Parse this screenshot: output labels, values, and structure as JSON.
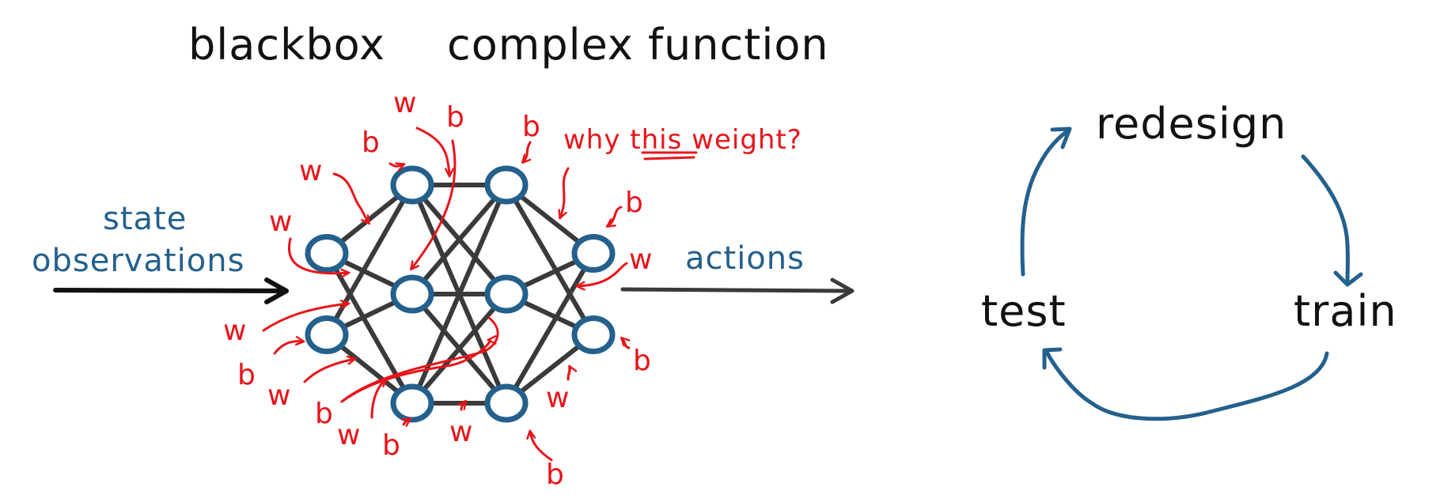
{
  "title": {
    "left": "blackbox",
    "right": "complex function"
  },
  "network": {
    "input_label_line1": "state",
    "input_label_line2": "observations",
    "output_label": "actions",
    "question": {
      "prefix": "why ",
      "emphasis": "this",
      "suffix": " weight?"
    },
    "layers": [
      {
        "name": "input",
        "nodes": 2
      },
      {
        "name": "hidden-1",
        "nodes": 3
      },
      {
        "name": "hidden-2",
        "nodes": 3
      },
      {
        "name": "output",
        "nodes": 2
      }
    ],
    "weight_symbol": "w",
    "bias_symbol": "b"
  },
  "cycle": {
    "steps": [
      "redesign",
      "train",
      "test"
    ]
  },
  "colors": {
    "ink": "#111111",
    "node_blue": "#24608c",
    "edge_gray": "#3a3a3a",
    "annotation_red": "#e8141a"
  }
}
